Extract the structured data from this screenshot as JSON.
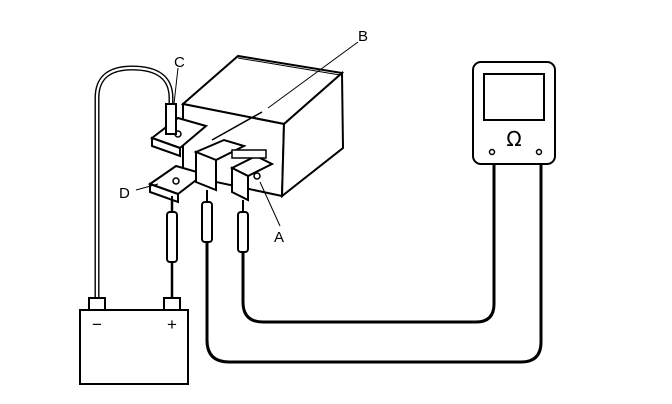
{
  "labels": {
    "a": "A",
    "b": "B",
    "c": "C",
    "d": "D"
  },
  "meter": {
    "symbol": "Ω"
  },
  "battery": {
    "negative": "−",
    "positive": "+"
  }
}
